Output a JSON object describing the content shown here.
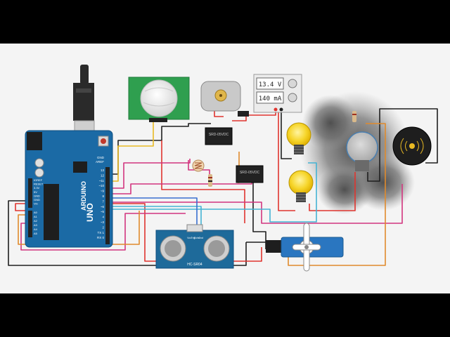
{
  "power_supply": {
    "voltage": "13.4 V",
    "current": "140 mA"
  },
  "arduino": {
    "brand": "ARDUINO",
    "model": "UNO",
    "pin_labels": [
      "13",
      "12",
      "~11",
      "~10",
      "~9",
      "8",
      "7",
      "~6",
      "~5",
      "4",
      "~3",
      "2",
      "TX 1",
      "RX 0"
    ],
    "power_labels": [
      "IOREF",
      "RESET",
      "3.3V",
      "5V",
      "GND",
      "GND",
      "Vin"
    ],
    "analog_labels": [
      "A0",
      "A1",
      "A2",
      "A3",
      "A4",
      "A5"
    ],
    "side_labels": [
      "AREF",
      "GND"
    ]
  },
  "relays": [
    {
      "title": "SRD-05VDC"
    },
    {
      "title": "SRD-05VDC"
    }
  ],
  "ultrasonic": {
    "pin_labels": [
      "Vcc",
      "Trig",
      "Echo",
      "Gnd"
    ],
    "footer": "HC-SR04"
  },
  "colors": {
    "red": "#e0342e",
    "black": "#1f1f1f",
    "pink": "#d2357f",
    "yellow": "#e8b923",
    "orange": "#e08a2c",
    "cyan": "#45b3d4",
    "blue": "#3a6fd0",
    "arduino_board": "#1b6aa5",
    "sensor_board": "#2f9f4f"
  },
  "icons": [
    "usb-connector-icon",
    "power-jack-icon",
    "speaker-icon",
    "light-bulb-icon",
    "photoresistor-icon",
    "resistor-icon",
    "servo-motor-icon",
    "dc-motor-icon"
  ]
}
